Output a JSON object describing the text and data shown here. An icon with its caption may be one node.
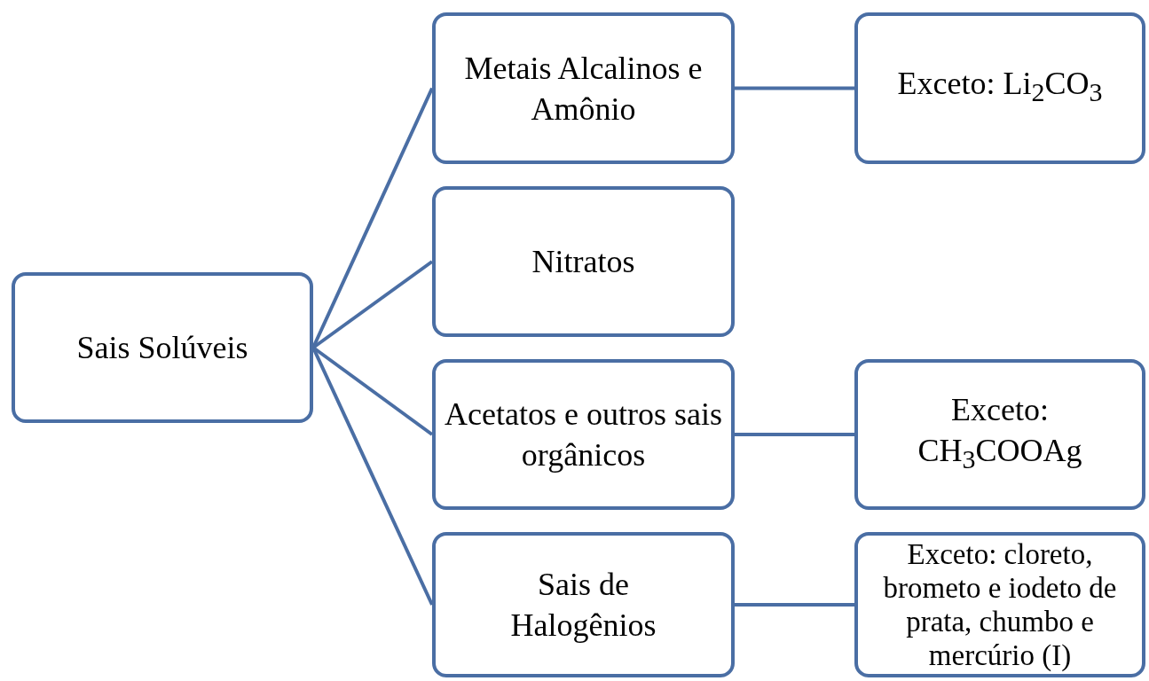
{
  "diagram": {
    "nodes": [
      {
        "text": [
          "Sais Solúveis"
        ]
      },
      {
        "text": [
          "Metais Alcalinos e Amônio"
        ]
      },
      {
        "text": [
          "Nitratos"
        ]
      },
      {
        "text": [
          "Acetatos e outros sais orgânicos"
        ]
      },
      {
        "text": [
          "Sais de Halogênios"
        ]
      },
      {
        "text": [
          "Exceto: Li$_{2}$CO$_{3}$"
        ]
      },
      {
        "text": [
          "Exceto: CH$_{3}$COOAg"
        ]
      },
      {
        "text": [
          "Exceto: cloreto, brometo e iodeto de prata, chumbo e mercúrio (I)"
        ]
      }
    ],
    "edges": [
      {
        "from": 0,
        "to": 1,
        "arrow": "none"
      },
      {
        "from": 0,
        "to": 2,
        "arrow": "none"
      },
      {
        "from": 0,
        "to": 3,
        "arrow": "none"
      },
      {
        "from": 0,
        "to": 4,
        "arrow": "none"
      },
      {
        "from": 1,
        "to": 5,
        "arrow": "none"
      },
      {
        "from": 3,
        "to": 6,
        "arrow": "none"
      },
      {
        "from": 4,
        "to": 7,
        "arrow": "none"
      }
    ]
  }
}
